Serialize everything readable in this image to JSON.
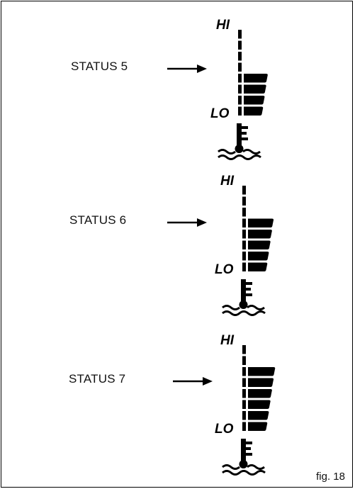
{
  "figure": {
    "caption": "fig. 18"
  },
  "gauge_labels": {
    "hi": "HI",
    "lo": "LO"
  },
  "colors": {
    "ink": "#000000",
    "background": "#ffffff"
  },
  "icons": {
    "gauge_symbol": "coolant-temperature-icon",
    "pointer": "right-arrow-icon"
  },
  "panels": [
    {
      "status": "STATUS 5",
      "lit_segments": 4,
      "total_segments": 8
    },
    {
      "status": "STATUS 6",
      "lit_segments": 5,
      "total_segments": 8
    },
    {
      "status": "STATUS 7",
      "lit_segments": 6,
      "total_segments": 8
    }
  ]
}
